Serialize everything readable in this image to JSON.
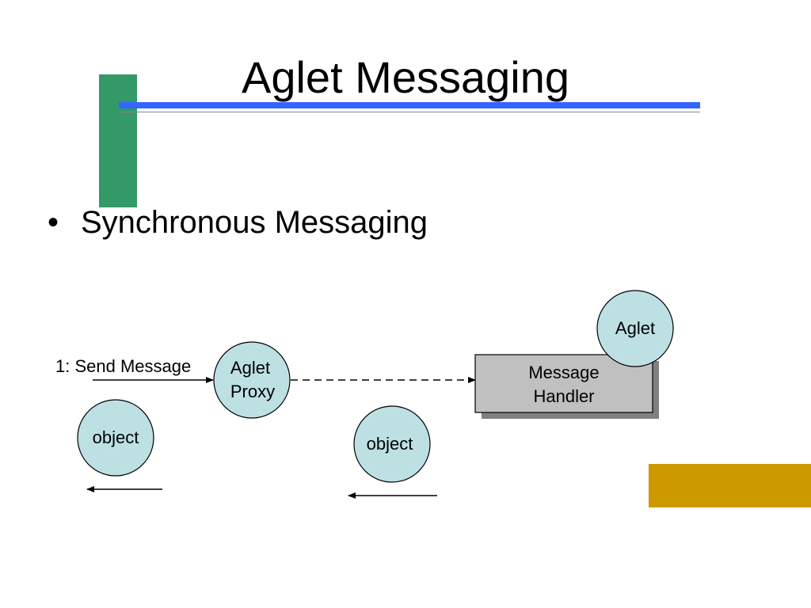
{
  "colors": {
    "green_bar": "#339966",
    "blue_line": "#3366ff",
    "gold_block": "#cc9900",
    "node_fill": "#bde0e3",
    "handler_fill": "#c0c0c0",
    "handler_shadow": "#808080"
  },
  "slide": {
    "title": "Aglet Messaging",
    "bullet": "Synchronous Messaging"
  },
  "diagram": {
    "send_label": "1: Send Message",
    "proxy": [
      "Aglet",
      "Proxy"
    ],
    "handler": [
      "Message",
      "Handler"
    ],
    "aglet": "Aglet",
    "object_left": "object",
    "object_mid": "object"
  }
}
